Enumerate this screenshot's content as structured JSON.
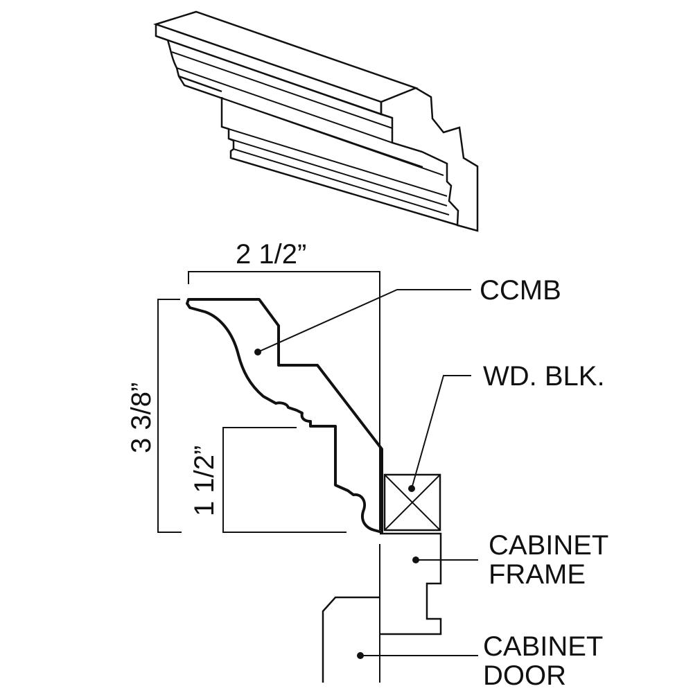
{
  "labels": {
    "ccmb": "CCMB",
    "wd_blk": "WD. BLK.",
    "cabinet_frame_line1": "CABINET",
    "cabinet_frame_line2": "FRAME",
    "cabinet_door_line1": "CABINET",
    "cabinet_door_line2": "DOOR"
  },
  "dimensions": {
    "width": "2 1/2”",
    "height": "3 3/8”",
    "lower_height": "1 1/2”"
  }
}
